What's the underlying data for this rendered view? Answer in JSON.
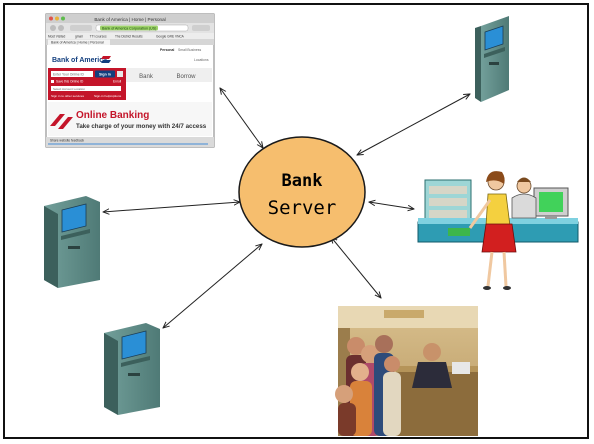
{
  "server": {
    "line1": "Bank",
    "line2": "Server",
    "fill": "#F6BE6E"
  },
  "browser": {
    "window_title": "Bank of America | Home | Personal",
    "address_text": "Bank of America Corporation (US)",
    "bookmarks": [
      "Most Visited",
      "gmail",
      "TTI courses",
      "The District Results",
      "Google GRE VNCA"
    ],
    "tab_label": "Bank of America | Home | Personal",
    "nav_personal": "Personal",
    "nav_small_business": "Small Business",
    "nav_locations": "Locations",
    "logo_text": "Bank of America",
    "signin_placeholder": "Enter Your Online ID",
    "signin_button": "Sign In",
    "save_id_label": "Save this Online ID",
    "enroll_label": "Enroll",
    "select_placeholder": "Select Account Location",
    "other_services": "Sign in to other services",
    "help_link": "Sign-in help/options",
    "tab_bank": "Bank",
    "tab_borrow": "Borrow",
    "promo_title": "Online Banking",
    "promo_subtitle": "Take charge of your money with 24/7 access",
    "feedback": "Share website feedback"
  },
  "colors": {
    "atm_body": "#5E8C88",
    "atm_dark": "#3C605C",
    "atm_screen": "#2A8FD6",
    "boa_red": "#C4152A",
    "boa_blue": "#123E7E"
  }
}
